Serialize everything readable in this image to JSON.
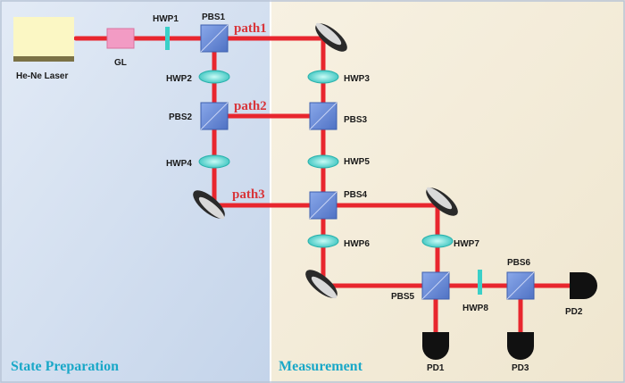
{
  "regions": {
    "left": "State Preparation",
    "right": "Measurement"
  },
  "components": {
    "laser": "He-Ne Laser",
    "gl": "GL",
    "hwp1": "HWP1",
    "hwp2": "HWP2",
    "hwp3": "HWP3",
    "hwp4": "HWP4",
    "hwp5": "HWP5",
    "hwp6": "HWP6",
    "hwp7": "HWP7",
    "hwp8": "HWP8",
    "pbs1": "PBS1",
    "pbs2": "PBS2",
    "pbs3": "PBS3",
    "pbs4": "PBS4",
    "pbs5": "PBS5",
    "pbs6": "PBS6",
    "pd1": "PD1",
    "pd2": "PD2",
    "pd3": "PD3"
  },
  "paths": {
    "path1": "path1",
    "path2": "path2",
    "path3": "path3"
  },
  "colors": {
    "prep_bg": "#c9d8ec",
    "meas_bg": "#f3ecd9",
    "beam": "#e8262e",
    "pbs": "#6f8fd6",
    "hwp": "#49d6d0",
    "mirror": "#2a2a2a",
    "laser": "#fbf7c4",
    "gl": "#f29bc4"
  }
}
